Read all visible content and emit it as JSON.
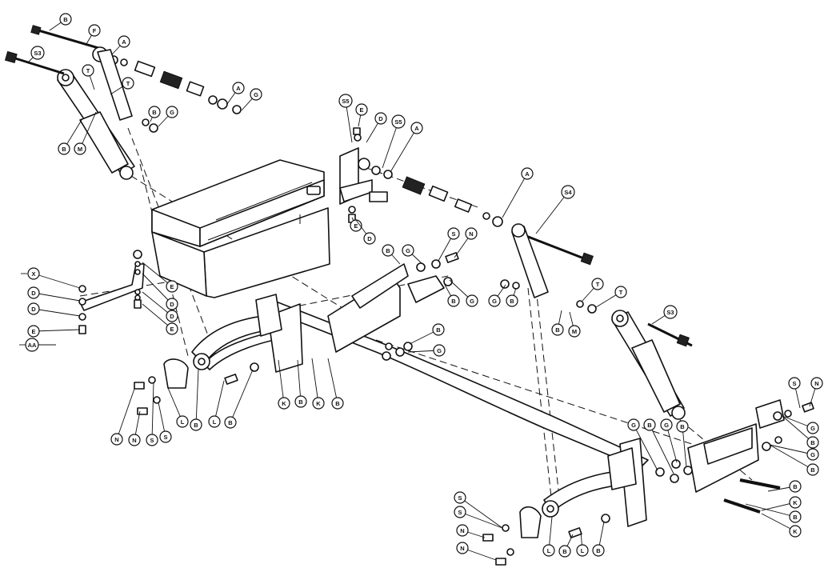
{
  "diagram": {
    "callouts": [
      {
        "id": "c1",
        "label": "B"
      },
      {
        "id": "c2",
        "label": "F"
      },
      {
        "id": "c3",
        "label": "A"
      },
      {
        "id": "c4",
        "label": "S3"
      },
      {
        "id": "c5",
        "label": "T"
      },
      {
        "id": "c6",
        "label": "T"
      },
      {
        "id": "c7",
        "label": "A"
      },
      {
        "id": "c8",
        "label": "G"
      },
      {
        "id": "c9",
        "label": "B"
      },
      {
        "id": "c10",
        "label": "G"
      },
      {
        "id": "c11",
        "label": "B"
      },
      {
        "id": "c12",
        "label": "M"
      },
      {
        "id": "c13",
        "label": "S5"
      },
      {
        "id": "c14",
        "label": "E"
      },
      {
        "id": "c15",
        "label": "D"
      },
      {
        "id": "c16",
        "label": "S5"
      },
      {
        "id": "c17",
        "label": "A"
      },
      {
        "id": "c18",
        "label": "E"
      },
      {
        "id": "c19",
        "label": "D"
      },
      {
        "id": "c20",
        "label": "A"
      },
      {
        "id": "c21",
        "label": "S4"
      },
      {
        "id": "c22",
        "label": "S"
      },
      {
        "id": "c23",
        "label": "N"
      },
      {
        "id": "c24",
        "label": "B"
      },
      {
        "id": "c25",
        "label": "G"
      },
      {
        "id": "c26",
        "label": "X"
      },
      {
        "id": "c27",
        "label": "D"
      },
      {
        "id": "c28",
        "label": "D"
      },
      {
        "id": "c29",
        "label": "E"
      },
      {
        "id": "c30",
        "label": "AA"
      },
      {
        "id": "c31",
        "label": "E"
      },
      {
        "id": "c32",
        "label": "D"
      },
      {
        "id": "c33",
        "label": "D"
      },
      {
        "id": "c34",
        "label": "E"
      },
      {
        "id": "c35",
        "label": "B"
      },
      {
        "id": "c36",
        "label": "G"
      },
      {
        "id": "c37",
        "label": "G"
      },
      {
        "id": "c38",
        "label": "B"
      },
      {
        "id": "c39",
        "label": "B"
      },
      {
        "id": "c40",
        "label": "M"
      },
      {
        "id": "c41",
        "label": "T"
      },
      {
        "id": "c42",
        "label": "T"
      },
      {
        "id": "c43",
        "label": "S3"
      },
      {
        "id": "c44",
        "label": "B"
      },
      {
        "id": "c45",
        "label": "G"
      },
      {
        "id": "c46",
        "label": "K"
      },
      {
        "id": "c47",
        "label": "B"
      },
      {
        "id": "c48",
        "label": "K"
      },
      {
        "id": "c49",
        "label": "B"
      },
      {
        "id": "c50",
        "label": "L"
      },
      {
        "id": "c51",
        "label": "B"
      },
      {
        "id": "c52",
        "label": "L"
      },
      {
        "id": "c53",
        "label": "B"
      },
      {
        "id": "c54",
        "label": "N"
      },
      {
        "id": "c55",
        "label": "N"
      },
      {
        "id": "c56",
        "label": "S"
      },
      {
        "id": "c57",
        "label": "S"
      },
      {
        "id": "c58",
        "label": "S"
      },
      {
        "id": "c59",
        "label": "N"
      },
      {
        "id": "c60",
        "label": "G"
      },
      {
        "id": "c61",
        "label": "B"
      },
      {
        "id": "c62",
        "label": "G"
      },
      {
        "id": "c63",
        "label": "B"
      },
      {
        "id": "c64",
        "label": "G"
      },
      {
        "id": "c65",
        "label": "B"
      },
      {
        "id": "c66",
        "label": "G"
      },
      {
        "id": "c67",
        "label": "B"
      },
      {
        "id": "c68",
        "label": "B"
      },
      {
        "id": "c69",
        "label": "K"
      },
      {
        "id": "c70",
        "label": "B"
      },
      {
        "id": "c71",
        "label": "K"
      },
      {
        "id": "c72",
        "label": "S"
      },
      {
        "id": "c73",
        "label": "S"
      },
      {
        "id": "c74",
        "label": "N"
      },
      {
        "id": "c75",
        "label": "N"
      },
      {
        "id": "c76",
        "label": "L"
      },
      {
        "id": "c77",
        "label": "B"
      },
      {
        "id": "c78",
        "label": "L"
      },
      {
        "id": "c79",
        "label": "B"
      }
    ]
  }
}
